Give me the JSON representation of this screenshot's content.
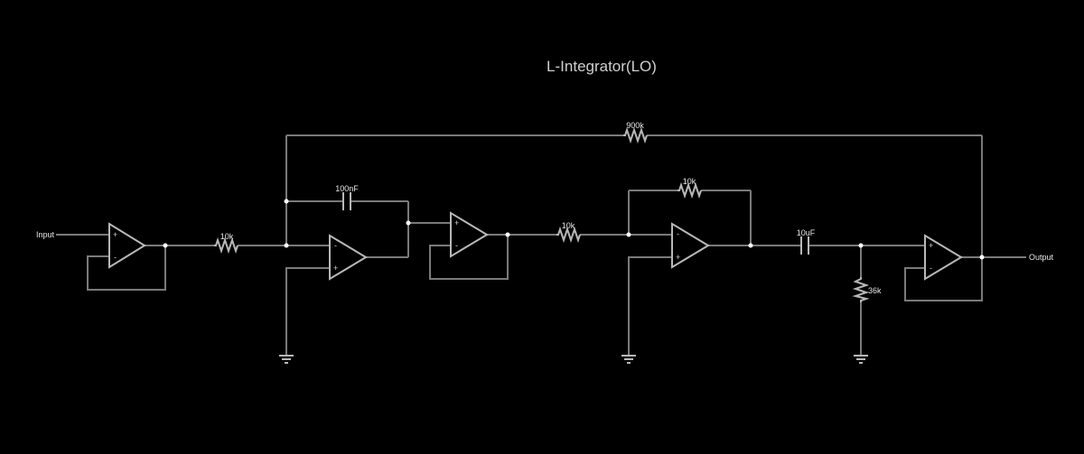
{
  "title": "L-Integrator(LO)",
  "labels": {
    "input": "Input",
    "output": "Output",
    "r_input": "10k",
    "c_integrator": "100nF",
    "r_feedback_outer": "900k",
    "r_series": "10k",
    "r_inverting_feedback": "10k",
    "c_coupling": "10uF",
    "r_shunt": "36k"
  },
  "opamp_signs": {
    "plus": "+",
    "minus": "-"
  },
  "colors": {
    "background": "#000000",
    "wire": "#7a7a7a",
    "component": "#b8b8b8",
    "text": "#e6e6e6"
  }
}
